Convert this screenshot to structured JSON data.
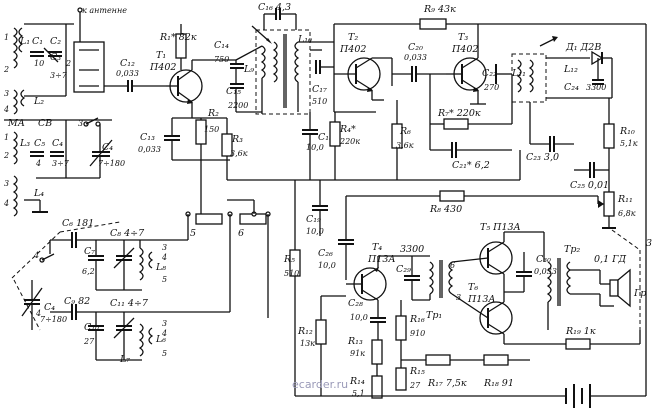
{
  "labels": {
    "antenna": "к антенне",
    "r1": "R₁* 82к",
    "t1_name": "T₁",
    "t1_type": "П402",
    "c12": "C₁₂",
    "c12v": "0,033",
    "c14": "C₁₄",
    "c14v": "750",
    "c15": "C₁₅",
    "c15v": "2200",
    "c16": "C₁₆ 4,3",
    "l9": "L₉",
    "l10": "L₁₀",
    "c17": "C₁₇",
    "c17v": "510",
    "r2": "R₂",
    "r2v": "150",
    "r3": "R₃",
    "r3v": "3,6к",
    "c13": "C₁₃",
    "c13v": "0,033",
    "r9": "R₉ 43к",
    "t2_name": "T₂",
    "t2_type": "П402",
    "c20": "C₂₀",
    "c20v": "0,033",
    "t3_name": "T₃",
    "t3_type": "П402",
    "c22": "C₂₂",
    "c22v": "270",
    "l11": "L₁₁",
    "d1": "Д₁ Д2В",
    "l12": "L₁₂",
    "c24": "C₂₄",
    "c24v": "3300",
    "r7": "R₇* 220к",
    "c21": "C₂₁* 6,2",
    "c23": "C₂₃ 3,0",
    "r10": "R₁₀",
    "r10v": "5,1к",
    "c25": "C₂₅ 0,01",
    "r8": "R₈ 430",
    "r11": "R₁₁",
    "r11v": "6,8к",
    "c18": "C₁₈",
    "c18v": "10,0",
    "r4": "R₄*",
    "r4v": "220к",
    "r6": "R₆",
    "r6v": "3,6к",
    "c19": "C₁₉",
    "c19v": "10,0",
    "r5": "R₅",
    "r5v": "510",
    "c26": "C₂₆",
    "c26v": "10,0",
    "t4_name": "T₄",
    "t4_type": "П13А",
    "c28_top": "3300",
    "c29": "C₂₉",
    "tr1_a": "6",
    "tr1_b": "3",
    "tr1": "Тр₁",
    "t5": "T₅ П13А",
    "t6_name": "T₆",
    "t6_type": "П13А",
    "c30": "C₃₀",
    "c30v": "0,033",
    "tr2": "Тр₂",
    "speaker": "0,1 ГД",
    "gd": "Гр",
    "num3": "3",
    "c28": "C₂₈",
    "c28v": "10,0",
    "r12": "R₁₂",
    "r12v": "13к",
    "r13": "R₁₃",
    "r13v": "91к",
    "r16": "R₁₆",
    "r16v": "910",
    "r14": "R₁₄",
    "r14v": "5,1",
    "r15": "R₁₅",
    "r15v": "27",
    "r17": "R₁₇ 7,5к",
    "r18": "R₁₈ 91",
    "r19": "R₁₉ 1к",
    "l1": "L₁",
    "c1": "C₁",
    "c2": "C₂",
    "c1v": "10",
    "c3": "C₃",
    "c3v": "3÷7",
    "l2": "L₂",
    "ma": "МА",
    "sw_cb": "СВ",
    "l3": "L₃",
    "c5": "C₅",
    "c5v": "4",
    "c4": "C₄",
    "c4v": "3÷7",
    "c4b": "7÷180",
    "l4": "L₄",
    "c6": "C₆ 181",
    "c7": "C₇",
    "c7v": "6,2",
    "c8": "C₈ 4÷7",
    "l8": "L₈",
    "c9": "C₉ 82",
    "c10": "C₁₀",
    "c10v": "27",
    "c11": "C₁₁ 4÷7",
    "l6": "L₆",
    "l7": "L₇",
    "c_var": "C₄",
    "c_var_v": "7÷180",
    "sw5": "5",
    "sw6": "6",
    "pin4": "4",
    "pin3": "3",
    "pin5": "5",
    "pin2": "2",
    "pin1": "1",
    "watermark": "ecarder.ru"
  }
}
